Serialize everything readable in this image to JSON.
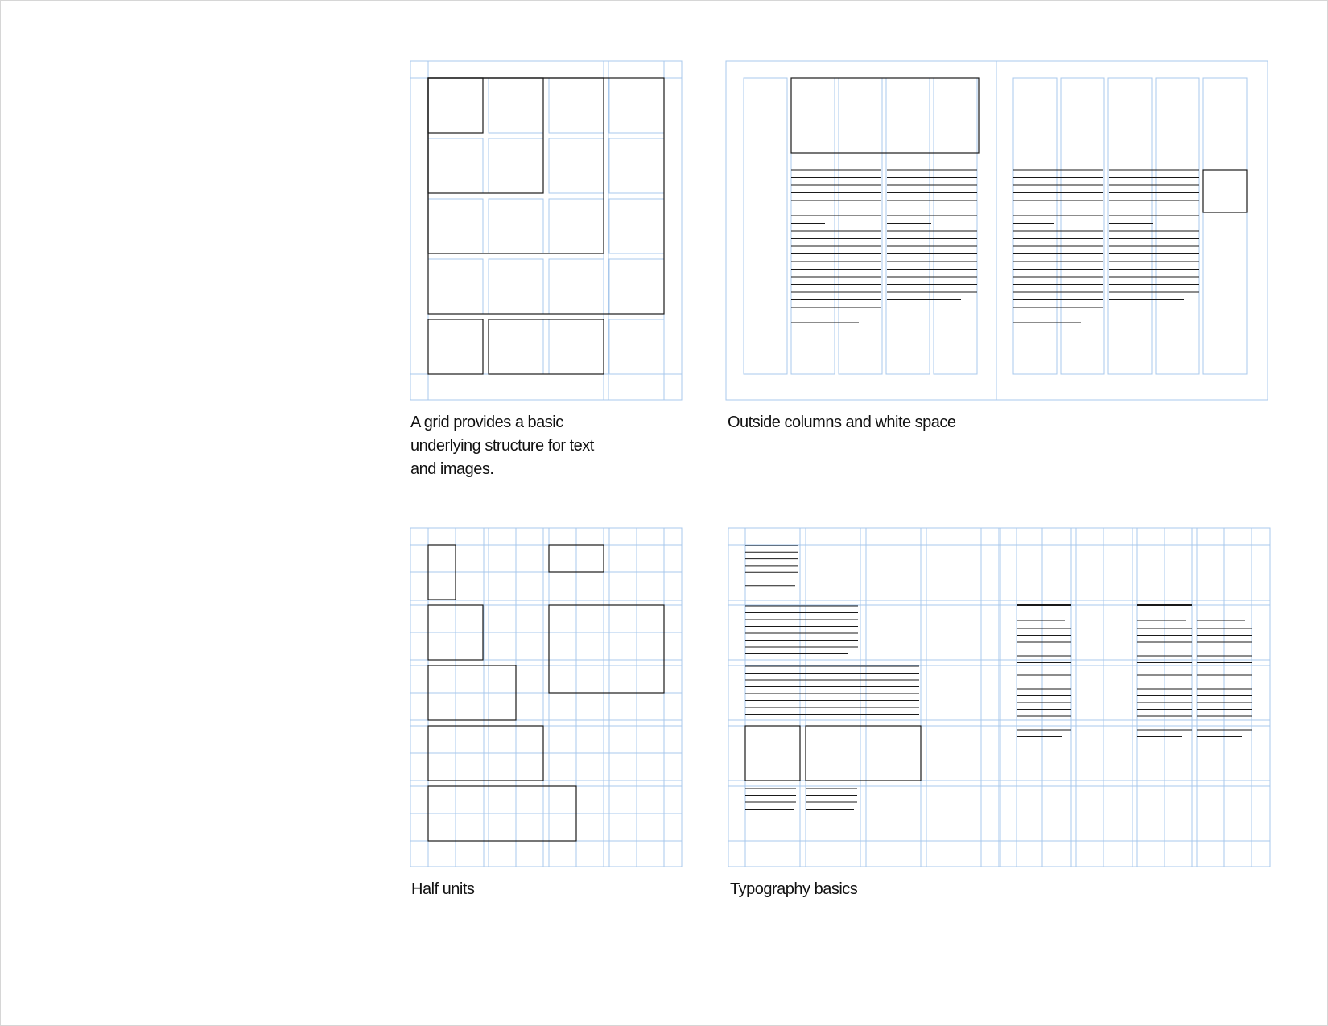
{
  "captions": {
    "grid": "A grid provides a basic underlying structure for text and images.",
    "outside": "Outside columns and white space",
    "half": "Half units",
    "typography": "Typography basics"
  },
  "colors": {
    "grid_line": "#a8c8ec",
    "block_line": "#1a1a1a",
    "background": "#ffffff",
    "frame": "#d6d6d6"
  }
}
